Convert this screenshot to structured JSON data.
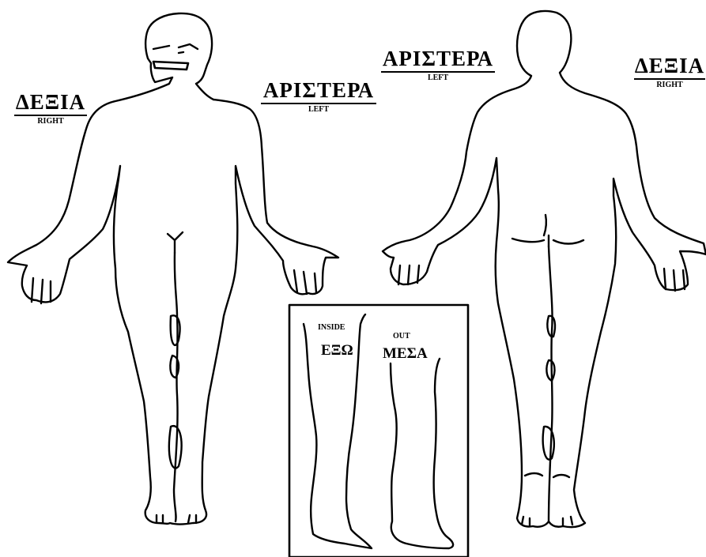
{
  "front_view": {
    "right_label": {
      "greek": "ΔΕΞΙΑ",
      "english": "RIGHT"
    },
    "left_label": {
      "greek": "ΑΡΙΣΤΕΡΑ",
      "english": "LEFT"
    }
  },
  "back_view": {
    "left_label": {
      "greek": "ΑΡΙΣΤΕΡΑ",
      "english": "LEFT"
    },
    "right_label": {
      "greek": "ΔΕΞΙΑ",
      "english": "RIGHT"
    }
  },
  "leg_inset": {
    "inside_label": {
      "english": "INSIDE",
      "greek": "ΕΞΩ"
    },
    "outside_label": {
      "english": "OUT",
      "greek": "ΜΕΣΑ"
    }
  }
}
